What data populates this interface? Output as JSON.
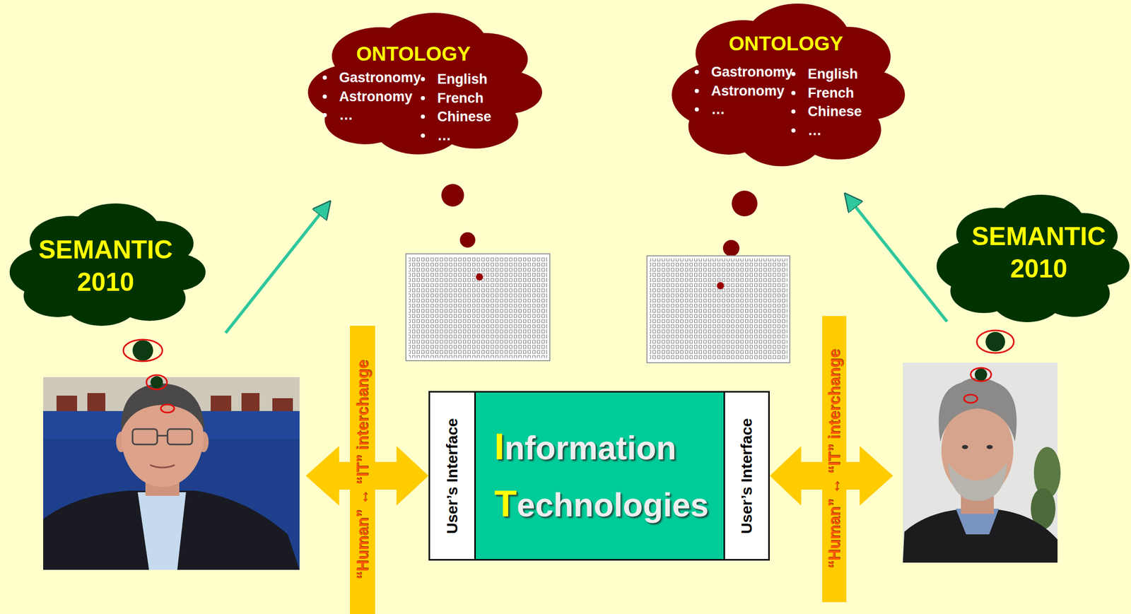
{
  "diagram": {
    "nodes": [
      {
        "text": [
          "SEMANTIC 2010"
        ]
      },
      {
        "text": [
          "ONTOLOGY",
          "Gastronomy",
          "Astronomy",
          "…",
          "English",
          "French",
          "Chinese",
          "…"
        ]
      },
      {
        "text": [
          "ONTOLOGY",
          "Gastronomy",
          "Astronomy",
          "…",
          "English",
          "French",
          "Chinese",
          "…"
        ]
      },
      {
        "text": [
          "SEMANTIC 2010"
        ]
      },
      {
        "text": [
          "“Human” ↔ “IT” interchange"
        ]
      },
      {
        "text": [
          "User’s Interface"
        ]
      },
      {
        "text": [
          "Information Technologies"
        ]
      },
      {
        "text": [
          "User’s Interface"
        ]
      },
      {
        "text": [
          "“Human” ↔ “IT” interchange"
        ]
      }
    ],
    "edges": [
      {
        "from": 4,
        "to": 5,
        "arrow": "to"
      },
      {
        "from": 8,
        "to": 7,
        "arrow": "to"
      }
    ]
  }
}
